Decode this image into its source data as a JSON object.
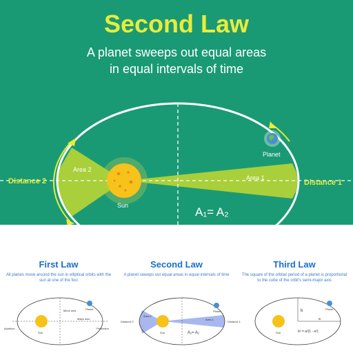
{
  "header": {
    "title": "Second Law",
    "subtitle_line1": "A planet sweeps out equal areas",
    "subtitle_line2": "in equal intervals of time"
  },
  "diagram": {
    "distance_left": "Distance 2",
    "distance_right": "Distance 1",
    "area_left": "Area 2",
    "area_right": "Area 1",
    "sun_label": "Sun",
    "planet_label": "Planet",
    "equation": "A₁= A₂",
    "colors": {
      "background": "#1a9a74",
      "title": "#e8ec3c",
      "sun": "#f7c21a",
      "wedge": "#a9cf3b",
      "orbit": "#ffffff"
    }
  },
  "bottom_panels": {
    "first": {
      "title": "First Law",
      "text": "All planes move around the sun in elliptical orbits with the sun at one of the foci",
      "labels": {
        "minor_axis": "Minor axis",
        "major_axis": "Major axis",
        "aphelion": "Aphelion",
        "perihelion": "Perihelion",
        "sun": "Sun",
        "planet": "Planet"
      }
    },
    "second": {
      "title": "Second Law",
      "text": "A planet sweeps out equal areas in equal intervals of time",
      "labels": {
        "distance_left": "Distance 2",
        "distance_right": "Distance 1",
        "area_left": "Area 2",
        "area_right": "Area 1",
        "sun": "Sun",
        "planet": "Planet",
        "equation": "A₁= A₂"
      }
    },
    "third": {
      "title": "Third Law",
      "text": "The square of the orbital period of a planet is proportional to the cube of the orbit's semi-major axis",
      "labels": {
        "b": "b",
        "a": "a",
        "sun": "Sun",
        "planet": "Planet",
        "formula": "b² = a²(1 - e²)"
      }
    }
  }
}
